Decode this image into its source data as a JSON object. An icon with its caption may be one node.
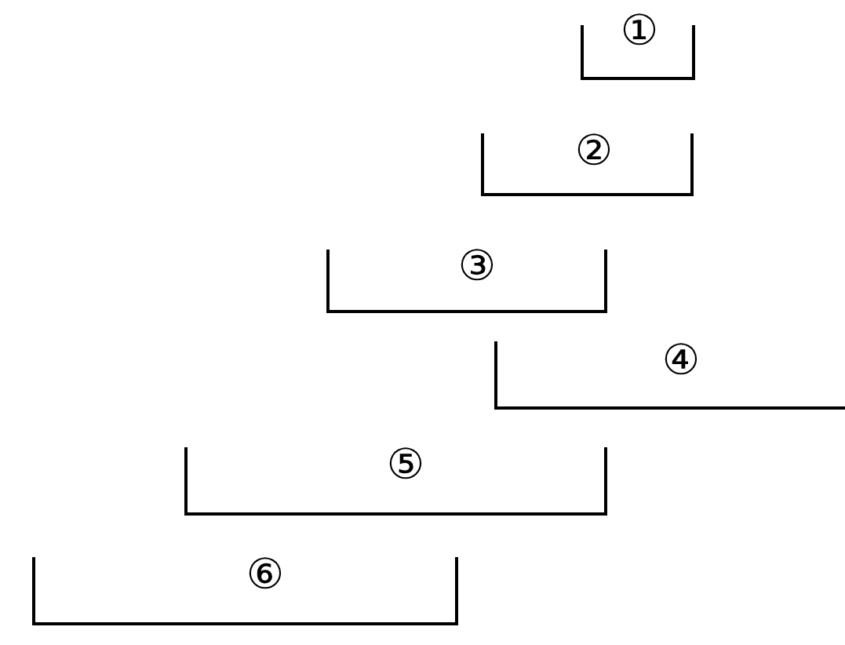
{
  "diagram": {
    "labels": [
      "①",
      "②",
      "③",
      "④",
      "⑤",
      "⑥"
    ]
  }
}
